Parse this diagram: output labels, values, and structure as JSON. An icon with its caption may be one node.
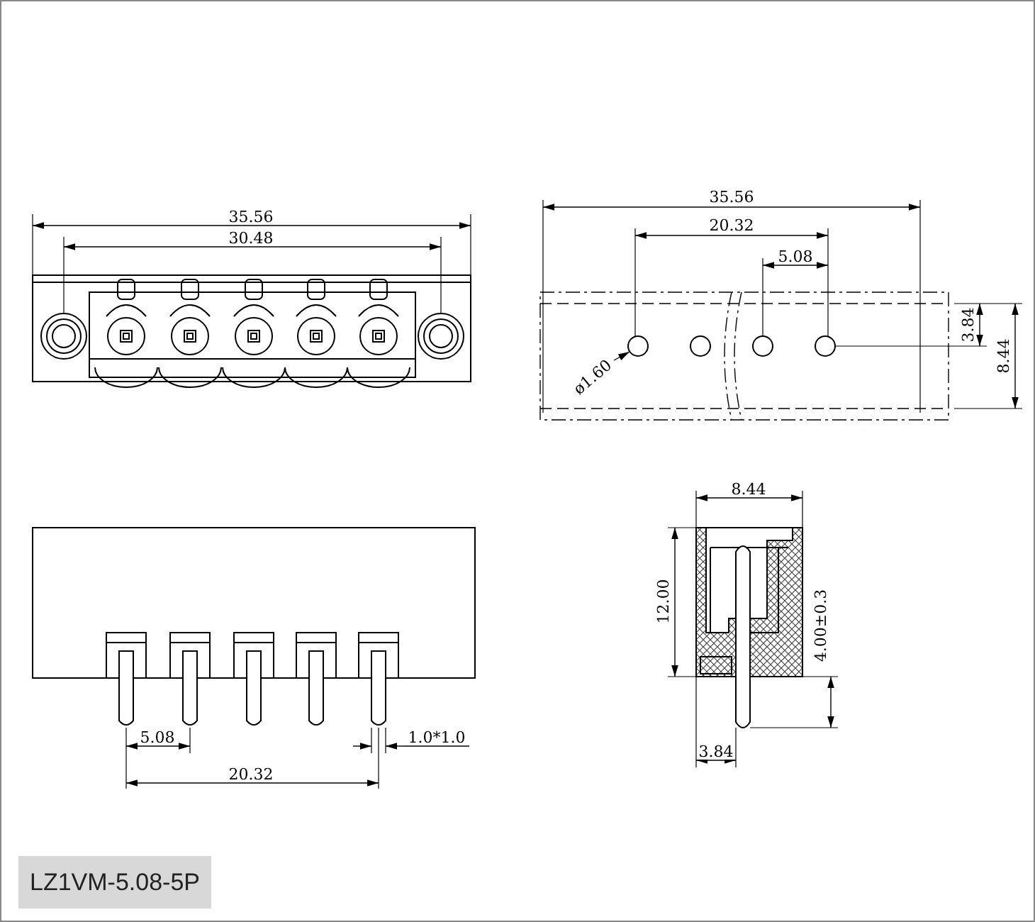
{
  "diagram": {
    "nodes": [
      {
        "text": [
          "ø1.60"
        ]
      },
      {
        "text": [],
        "shape": "circle"
      }
    ],
    "edges": [
      {
        "from": 0,
        "to": 1,
        "arrow": "to"
      }
    ],
    "labels": [
      "35.56",
      "30.48",
      "35.56",
      "20.32",
      "5.08",
      "3.84",
      "8.44",
      "8.44",
      "12.00",
      "4.00±0.3",
      "5.08",
      "1.0*1.0",
      "20.32",
      "3.84",
      "LZ1VM-5.08-5P"
    ]
  }
}
